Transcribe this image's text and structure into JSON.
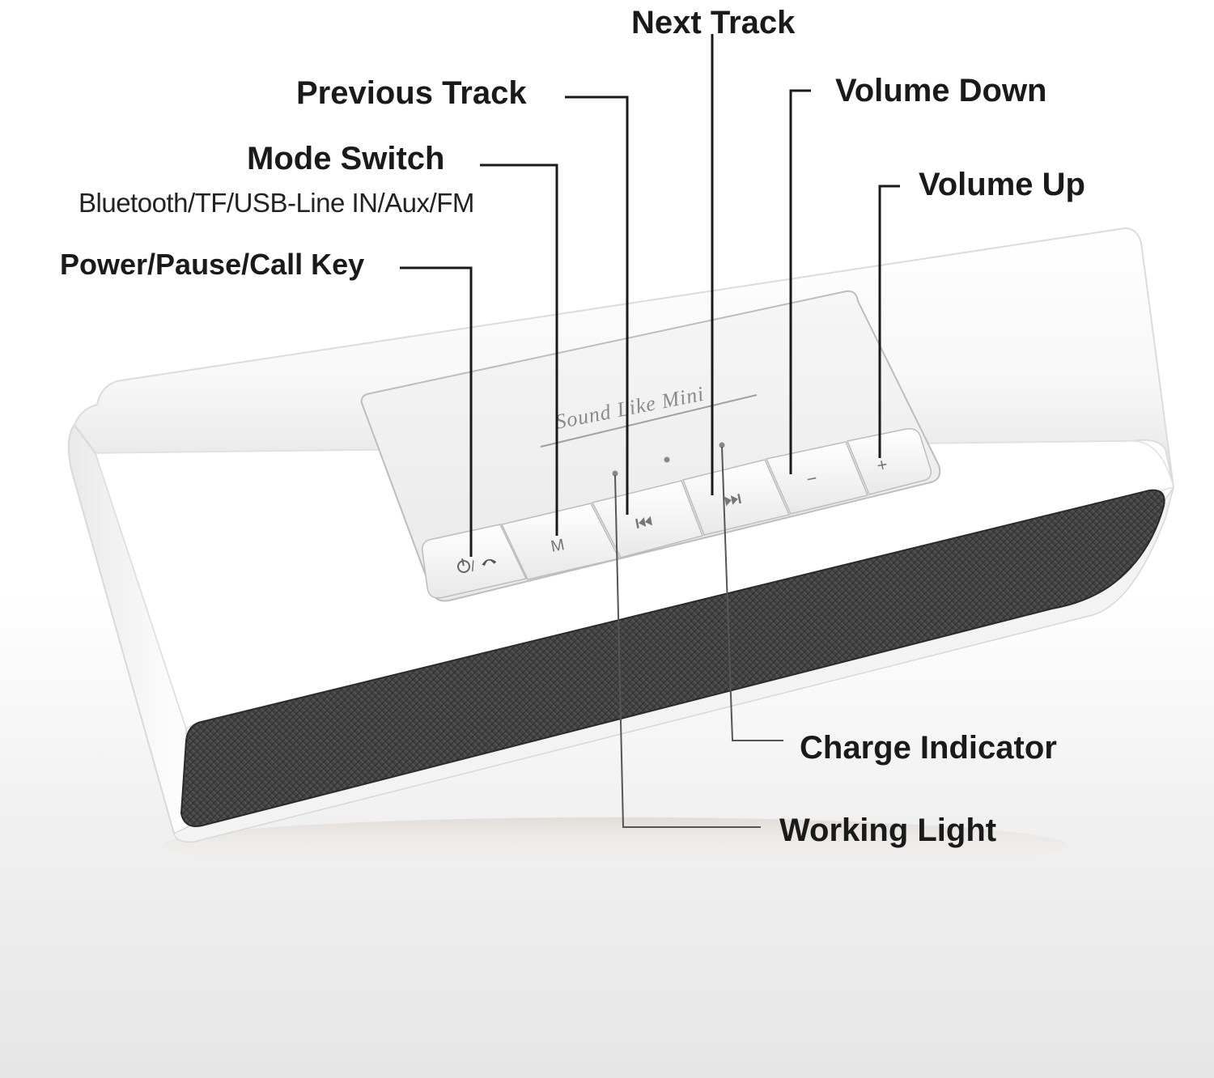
{
  "brand": "Sound Like Mini",
  "callouts": {
    "next_track": "Next Track",
    "previous_track": "Previous Track",
    "volume_down": "Volume Down",
    "mode_switch": "Mode Switch",
    "mode_switch_options": "Bluetooth/TF/USB-Line IN/Aux/FM",
    "volume_up": "Volume Up",
    "power_pause_call": "Power/Pause/Call Key",
    "charge_indicator": "Charge Indicator",
    "working_light": "Working Light"
  },
  "buttons": {
    "mode": "M",
    "volume_down": "−",
    "volume_up": "+"
  },
  "colors": {
    "speaker_body": "#ffffff",
    "grille": "#4a4a4a",
    "panel": "#f2f2f2",
    "leader_line": "#1a1a1a"
  }
}
